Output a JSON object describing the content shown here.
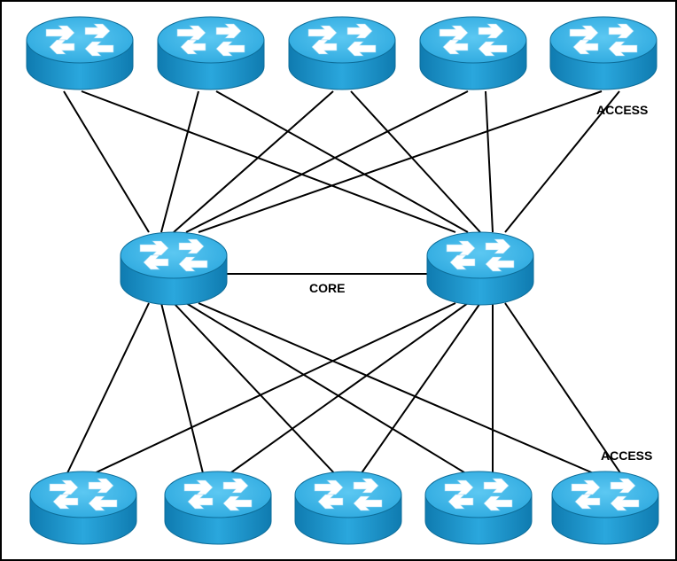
{
  "labels": {
    "access_top": "ACCESS",
    "core": "CORE",
    "access_bottom": "ACCESS"
  },
  "device_icon": "router-icon",
  "colors": {
    "router_top": "#3fb8ea",
    "router_side": "#1a8fc4",
    "router_outline": "#0d6d99",
    "arrow": "#ffffff",
    "line": "#000000",
    "border": "#000000"
  },
  "topology": {
    "access_top_count": 5,
    "core_count": 2,
    "access_bottom_count": 5
  }
}
